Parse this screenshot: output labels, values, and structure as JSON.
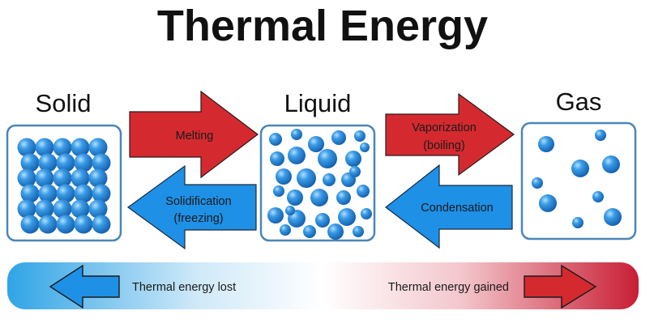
{
  "title": "Thermal Energy",
  "states": {
    "solid": "Solid",
    "liquid": "Liquid",
    "gas": "Gas"
  },
  "transitions": {
    "melting": {
      "line1": "Melting",
      "line2": ""
    },
    "solidification": {
      "line1": "Solidification",
      "line2": "(freezing)"
    },
    "vaporization": {
      "line1": "Vaporization",
      "line2": "(boiling)"
    },
    "condensation": {
      "line1": "Condensation",
      "line2": ""
    }
  },
  "energy_bar": {
    "lost_label": "Thermal energy lost",
    "gained_label": "Thermal energy gained"
  },
  "colors": {
    "heat_red": "#d42a2f",
    "cool_blue": "#1e90e6",
    "box_border": "#4a86b8",
    "particle": "#2f86d4"
  }
}
